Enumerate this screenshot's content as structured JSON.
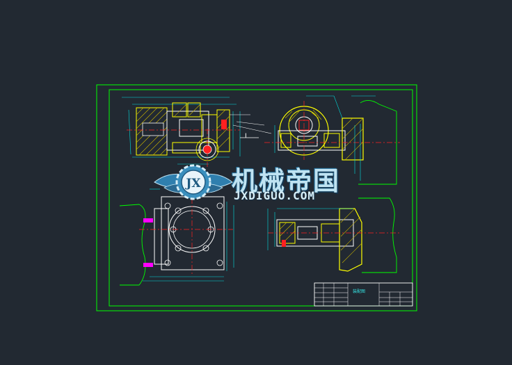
{
  "watermark": {
    "logo_letters": "JX",
    "chinese_text": "机械帝国",
    "domain_text": "JXDIGUO.COM"
  },
  "drawing": {
    "section_label": "I",
    "title_block_name": "装配图"
  },
  "colors": {
    "background": "#222932",
    "frame": "#00ff00",
    "body_hatch": "#ffff00",
    "outline": "#ffffff",
    "centerline": "#ff2020",
    "dimension": "#00e0e0",
    "bolt_marker": "#ff00ff"
  },
  "icons": [
    "gear-wing-logo-icon"
  ]
}
